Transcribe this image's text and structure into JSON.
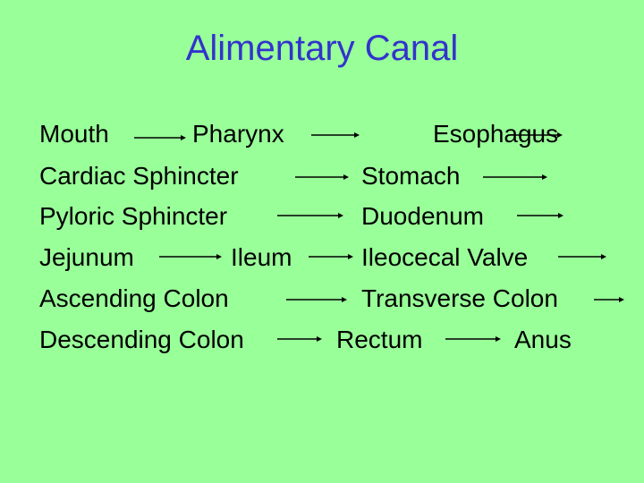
{
  "colors": {
    "background": "#99ff99",
    "title": "#3333cc",
    "text": "#000000",
    "arrow": "#000000"
  },
  "title": "Alimentary Canal",
  "terms": {
    "mouth": "Mouth",
    "pharynx": "Pharynx",
    "esophagus": "Esophagus",
    "cardiac_sphincter": "Cardiac Sphincter",
    "stomach": "Stomach",
    "pyloric_sphincter": "Pyloric Sphincter",
    "duodenum": "Duodenum",
    "jejunum": "Jejunum",
    "ileum": "Ileum",
    "ileocecal_valve": "Ileocecal Valve",
    "ascending_colon": "Ascending Colon",
    "transverse_colon": "Transverse Colon",
    "descending_colon": "Descending Colon",
    "rectum": "Rectum",
    "anus": "Anus"
  },
  "sequence": [
    "Mouth",
    "Pharynx",
    "Esophagus",
    "Cardiac Sphincter",
    "Stomach",
    "Pyloric Sphincter",
    "Duodenum",
    "Jejunum",
    "Ileum",
    "Ileocecal Valve",
    "Ascending Colon",
    "Transverse Colon",
    "Descending Colon",
    "Rectum",
    "Anus"
  ]
}
